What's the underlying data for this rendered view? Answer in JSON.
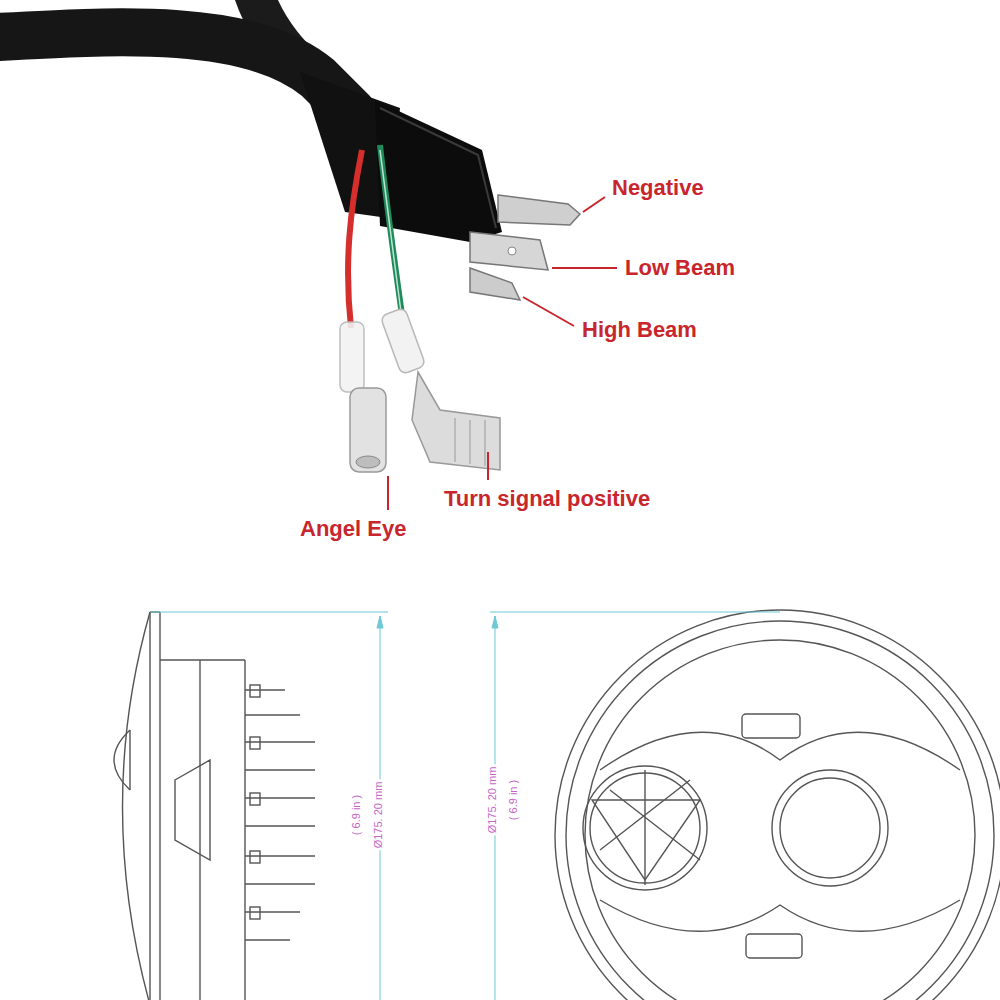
{
  "diagram": {
    "labels": [
      "Negative",
      "Low Beam",
      "High Beam",
      "Turn signal positive",
      "Angel Eye",
      "( 6.9 in )",
      "Ø175. 20 mm",
      "Ø175. 20 mm",
      "( 6.9 in )"
    ]
  }
}
